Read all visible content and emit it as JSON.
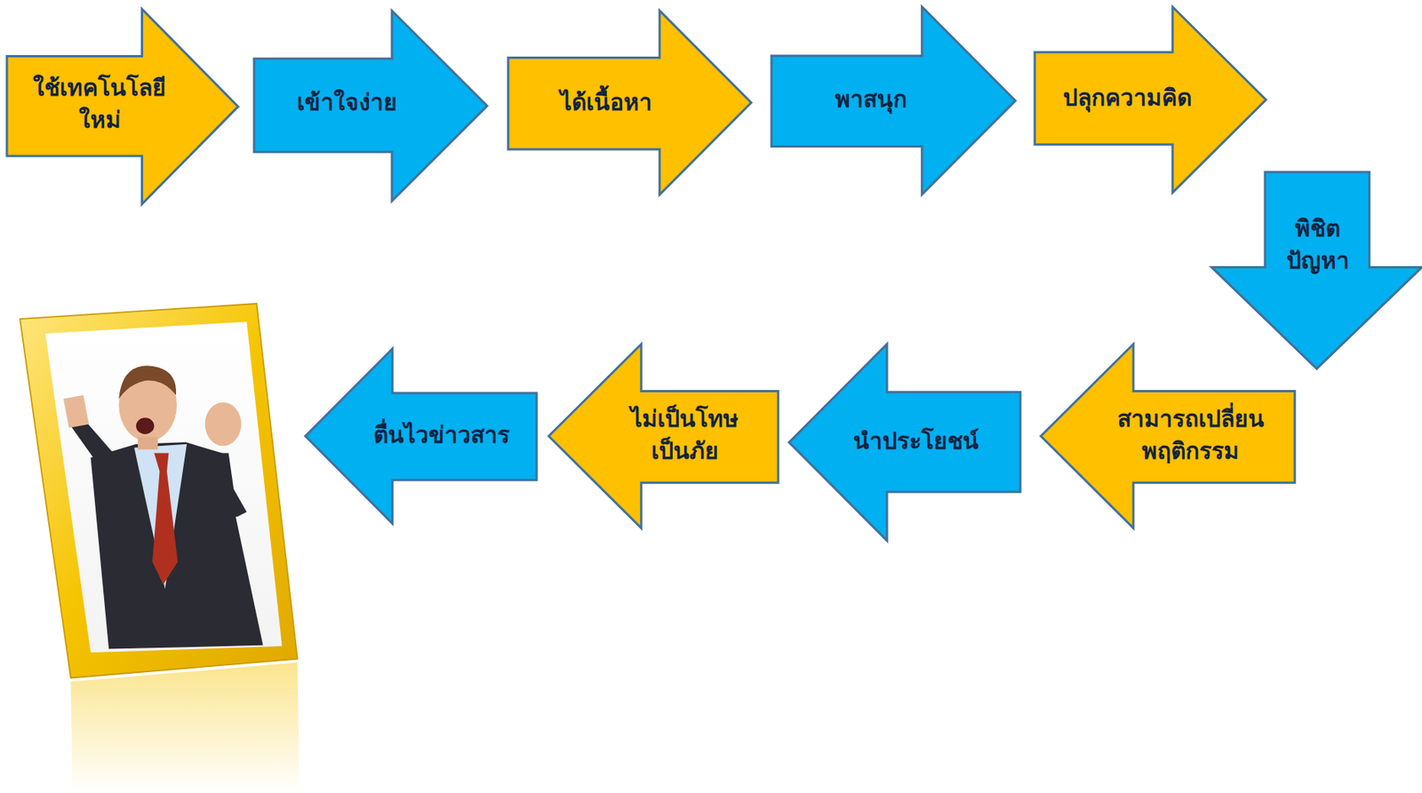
{
  "diagram": {
    "nodes": [
      {
        "text": [
          "ใช้เทคโนโลยี ใหม่"
        ]
      },
      {
        "text": [
          "เข้าใจง่าย"
        ]
      },
      {
        "text": [
          "ได้เนื้อหา"
        ]
      },
      {
        "text": [
          "พาสนุก"
        ]
      },
      {
        "text": [
          "ปลุกความคิด"
        ]
      },
      {
        "text": [
          "พิชิต ปัญหา"
        ]
      },
      {
        "text": [
          "สามารถเปลี่ยน พฤติกรรม"
        ]
      },
      {
        "text": [
          "นำประโยชน์"
        ]
      },
      {
        "text": [
          "ไม่เป็นโทษ เป็นภัย"
        ]
      },
      {
        "text": [
          "ตื่นไวข่าวสาร"
        ]
      }
    ]
  }
}
